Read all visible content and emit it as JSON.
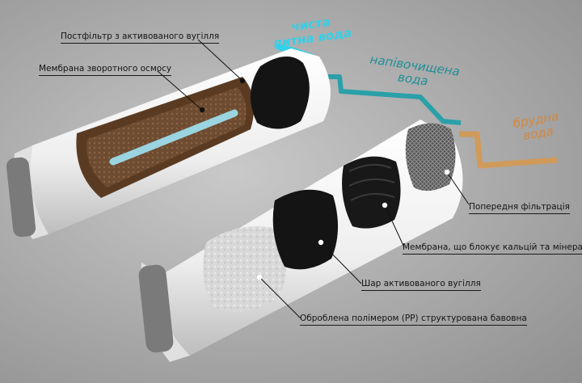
{
  "labels": {
    "postfilter": "Постфільтр з активованого вугілля",
    "ro_membrane": "Мембрана зворотного осмосу",
    "prefiltration": "Попередня фільтрація",
    "mineral_membrane": "Мембрана, що блокує кальцій та мінерали",
    "carbon_layer": "Шар активованого вугілля",
    "pp_cotton": "Оброблена полімером (PP) структурована бавовна"
  },
  "flows": {
    "clean": {
      "line1": "чиста",
      "line2": "питна вода"
    },
    "semi": {
      "line1": "напівочищена",
      "line2": "вода"
    },
    "dirty": {
      "line1": "брудна",
      "line2": "вода"
    }
  },
  "colors": {
    "clean_water": "#35d0e8",
    "semi_water": "#2aa0a8",
    "dirty_water": "#d09a5a",
    "cartridge_body": "#f2f2f2",
    "carbon": "#141414",
    "ro_brown": "#6b4a30"
  }
}
